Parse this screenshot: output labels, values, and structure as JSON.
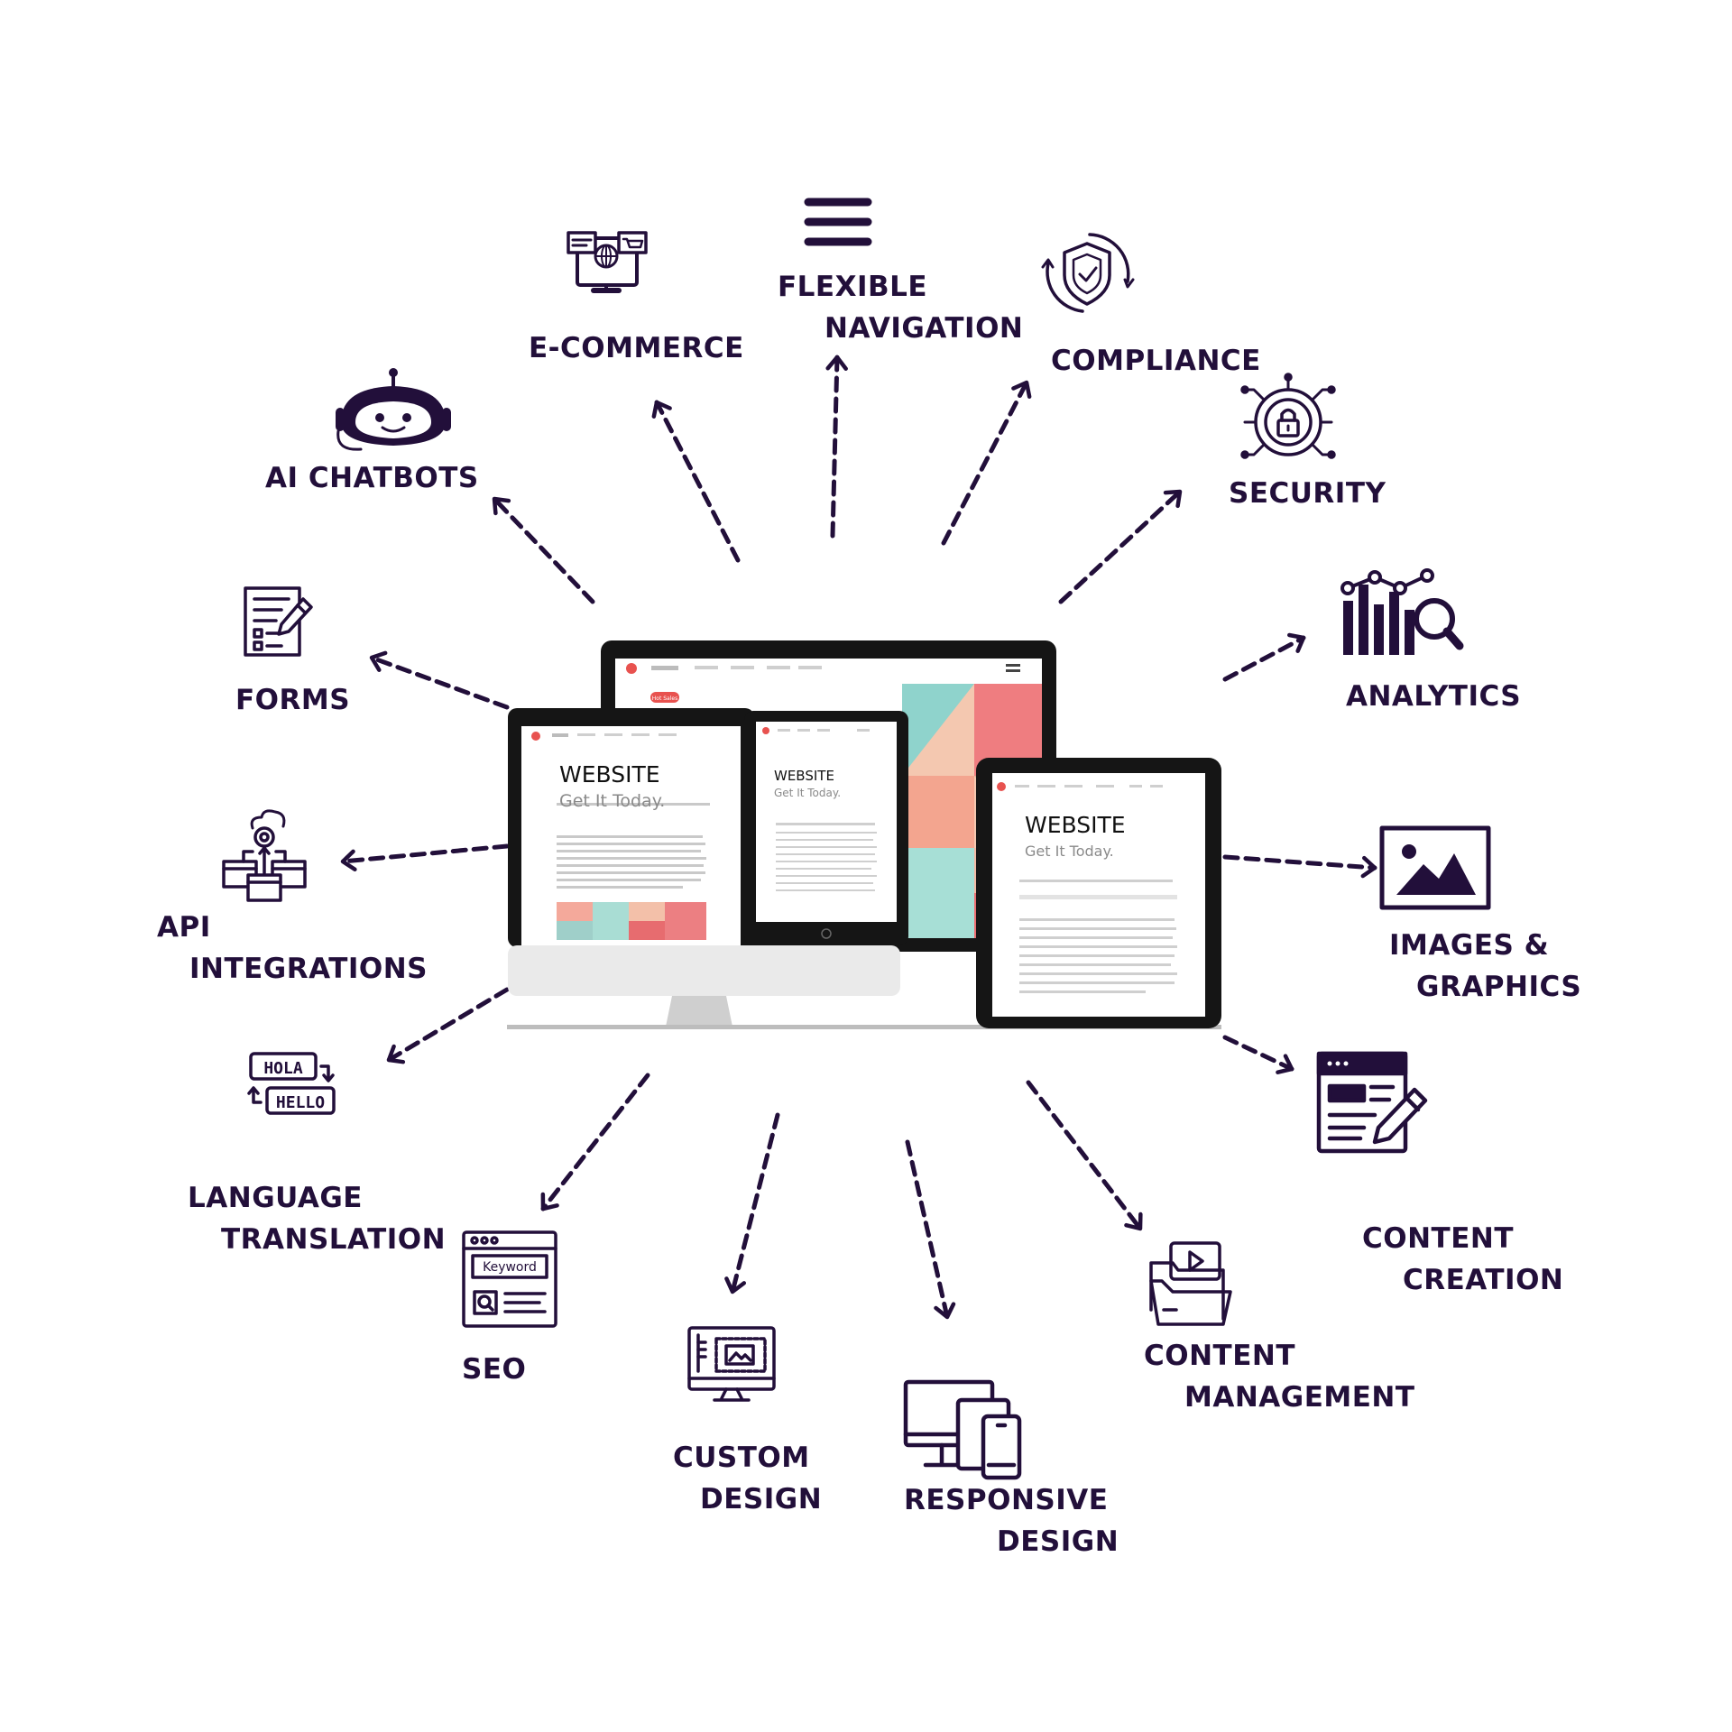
{
  "colors": {
    "ink": "#220f3a",
    "accent": "#e8524f"
  },
  "mockup": {
    "title": "WEBSITE",
    "subtitle": "Get It Today.",
    "badge": "Hot Sales"
  },
  "features": {
    "flexible_navigation": [
      "FLEXIBLE",
      "NAVIGATION"
    ],
    "e_commerce": "E-COMMERCE",
    "compliance": "COMPLIANCE",
    "ai_chatbots": "AI CHATBOTS",
    "security": "SECURITY",
    "forms": "FORMS",
    "analytics": "ANALYTICS",
    "api_integrations": [
      "API",
      "INTEGRATIONS"
    ],
    "images_graphics": [
      "IMAGES &",
      "GRAPHICS"
    ],
    "language_translation": [
      "LANGUAGE",
      "TRANSLATION"
    ],
    "content_creation": [
      "CONTENT",
      "CREATION"
    ],
    "seo": "SEO",
    "custom_design": [
      "CUSTOM",
      "DESIGN"
    ],
    "responsive_design": [
      "RESPONSIVE",
      "DESIGN"
    ],
    "content_management": [
      "CONTENT",
      "MANAGEMENT"
    ]
  },
  "icon_text": {
    "translation_from": "HOLA",
    "translation_to": "HELLO",
    "seo_keyword": "Keyword"
  }
}
